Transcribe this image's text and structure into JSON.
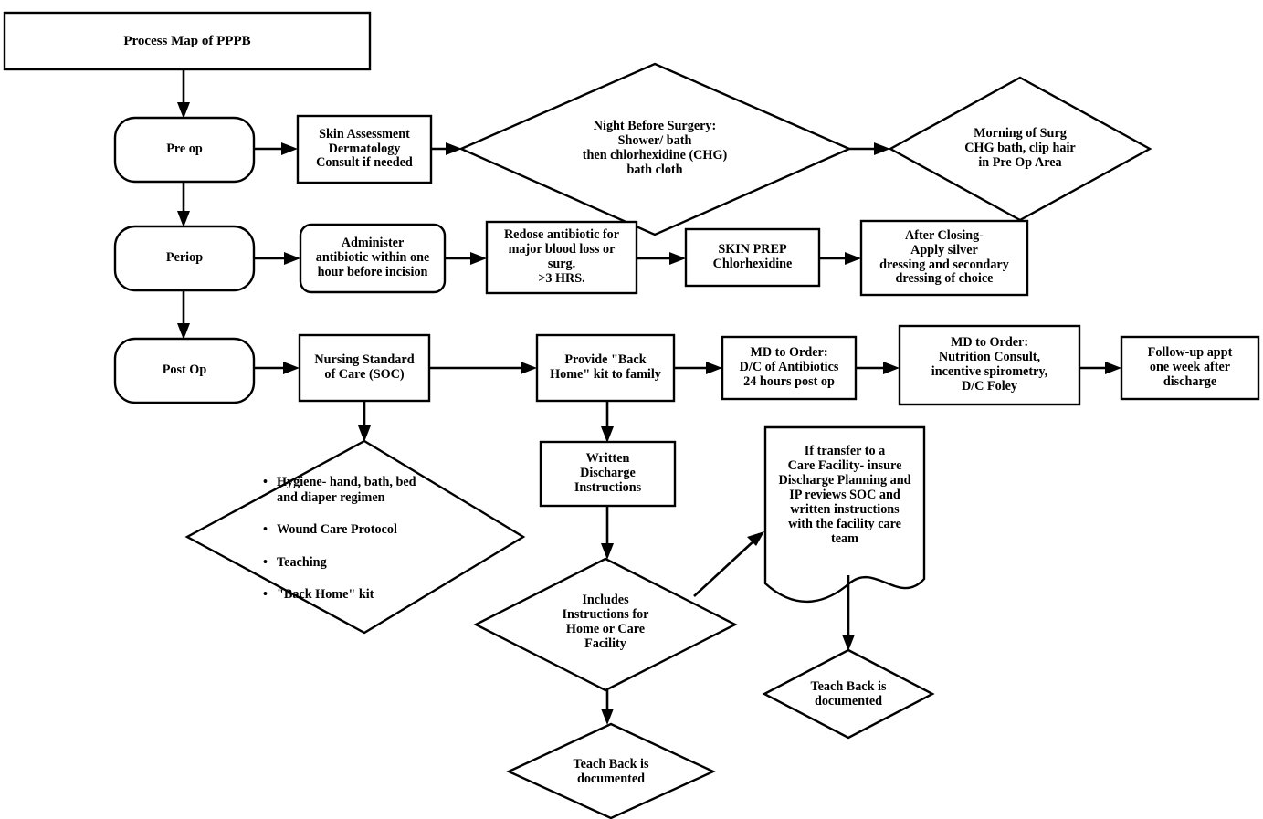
{
  "diagram": {
    "title": "Process Map of PPPB",
    "type": "flowchart",
    "orientation": "top-down with three horizontal swim rows",
    "colors": {
      "background": "#ffffff",
      "stroke": "#000000",
      "text": "#000000"
    }
  },
  "nodes": {
    "title_box": {
      "shape": "rectangle",
      "label": "Process Map of PPPB"
    },
    "pre_op": {
      "shape": "rounded-rectangle",
      "label": "Pre op"
    },
    "skin_assessment": {
      "shape": "rectangle",
      "label": "Skin Assessment\nDermatology\nConsult if needed"
    },
    "night_before_surgery": {
      "shape": "diamond",
      "label": "Night Before Surgery:\nShower/ bath\nthen chlorhexidine (CHG)\nbath cloth"
    },
    "morning_of_surg": {
      "shape": "diamond",
      "label": "Morning of Surg\nCHG bath, clip hair\nin Pre Op Area"
    },
    "periop": {
      "shape": "rounded-rectangle",
      "label": "Periop"
    },
    "administer_antibiotic": {
      "shape": "rounded-rectangle",
      "label": "Administer\nantibiotic within one\nhour before incision"
    },
    "redose_antibiotic": {
      "shape": "rectangle",
      "label": "Redose antibiotic for\nmajor blood loss or\nsurg.\n>3 HRS."
    },
    "skin_prep": {
      "shape": "rectangle",
      "label": "SKIN PREP\nChlorhexidine"
    },
    "after_closing": {
      "shape": "rectangle",
      "label": "After Closing-\nApply silver\ndressing and secondary\ndressing of choice"
    },
    "post_op": {
      "shape": "rounded-rectangle",
      "label": "Post Op"
    },
    "nursing_standard_of_care": {
      "shape": "rectangle",
      "label": "Nursing Standard\nof Care (SOC)"
    },
    "provide_back_home_kit": {
      "shape": "rectangle",
      "label": "Provide \"Back\nHome\" kit to family"
    },
    "md_order_antibiotics": {
      "shape": "rectangle",
      "label": "MD to Order:\nD/C of Antibiotics\n24 hours post op"
    },
    "md_order_nutrition": {
      "shape": "rectangle",
      "label": "MD to Order:\nNutrition Consult,\nincentive spirometry,\nD/C Foley"
    },
    "follow_up_appt": {
      "shape": "rectangle",
      "label": "Follow-up appt\none week after\ndischarge"
    },
    "soc_details": {
      "shape": "diamond",
      "bullets": [
        "Hygiene- hand, bath, bed\nand diaper regimen",
        "Wound Care Protocol",
        "Teaching",
        "\"Back Home\" kit"
      ]
    },
    "written_discharge_instructions": {
      "shape": "rectangle",
      "label": "Written\nDischarge\nInstructions"
    },
    "includes_instructions": {
      "shape": "diamond",
      "label": "Includes\nInstructions for\nHome or Care\nFacility"
    },
    "transfer_to_care_facility": {
      "shape": "document",
      "label": "If transfer to a\nCare Facility- insure\nDischarge Planning  and\nIP reviews SOC and\nwritten instructions\nwith the facility care\nteam"
    },
    "teach_back_documented_left": {
      "shape": "diamond",
      "label": "Teach Back is\ndocumented"
    },
    "teach_back_documented_right": {
      "shape": "diamond",
      "label": "Teach Back is\ndocumented"
    }
  },
  "edges": [
    {
      "from": "title_box",
      "to": "pre_op"
    },
    {
      "from": "pre_op",
      "to": "skin_assessment"
    },
    {
      "from": "skin_assessment",
      "to": "night_before_surgery"
    },
    {
      "from": "night_before_surgery",
      "to": "morning_of_surg"
    },
    {
      "from": "pre_op",
      "to": "periop"
    },
    {
      "from": "periop",
      "to": "administer_antibiotic"
    },
    {
      "from": "administer_antibiotic",
      "to": "redose_antibiotic"
    },
    {
      "from": "redose_antibiotic",
      "to": "skin_prep"
    },
    {
      "from": "skin_prep",
      "to": "after_closing"
    },
    {
      "from": "periop",
      "to": "post_op"
    },
    {
      "from": "post_op",
      "to": "nursing_standard_of_care"
    },
    {
      "from": "nursing_standard_of_care",
      "to": "provide_back_home_kit"
    },
    {
      "from": "provide_back_home_kit",
      "to": "md_order_antibiotics"
    },
    {
      "from": "md_order_antibiotics",
      "to": "md_order_nutrition"
    },
    {
      "from": "md_order_nutrition",
      "to": "follow_up_appt"
    },
    {
      "from": "nursing_standard_of_care",
      "to": "soc_details"
    },
    {
      "from": "provide_back_home_kit",
      "to": "written_discharge_instructions"
    },
    {
      "from": "written_discharge_instructions",
      "to": "includes_instructions"
    },
    {
      "from": "includes_instructions",
      "to": "transfer_to_care_facility"
    },
    {
      "from": "includes_instructions",
      "to": "teach_back_documented_left"
    },
    {
      "from": "transfer_to_care_facility",
      "to": "teach_back_documented_right"
    }
  ]
}
